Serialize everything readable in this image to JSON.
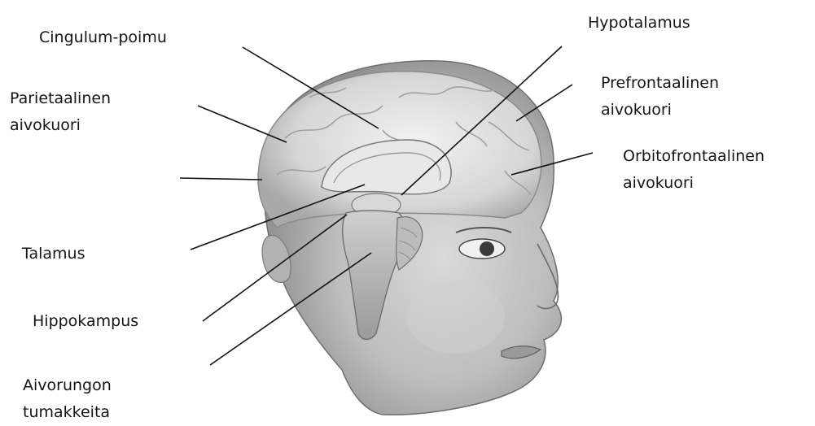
{
  "labels": {
    "cingulum": "Cingulum-poimu",
    "parietal": "Parietaalinen\naivokuori",
    "talamus": "Talamus",
    "hippokampus": "Hippokampus",
    "aivorunko": "Aivorungon\ntumakkeita",
    "hypotalamus": "Hypotalamus",
    "prefrontal": "Prefrontaalinen\naivokuori",
    "orbitofrontal": "Orbitofrontaalinen\naivokuori"
  }
}
